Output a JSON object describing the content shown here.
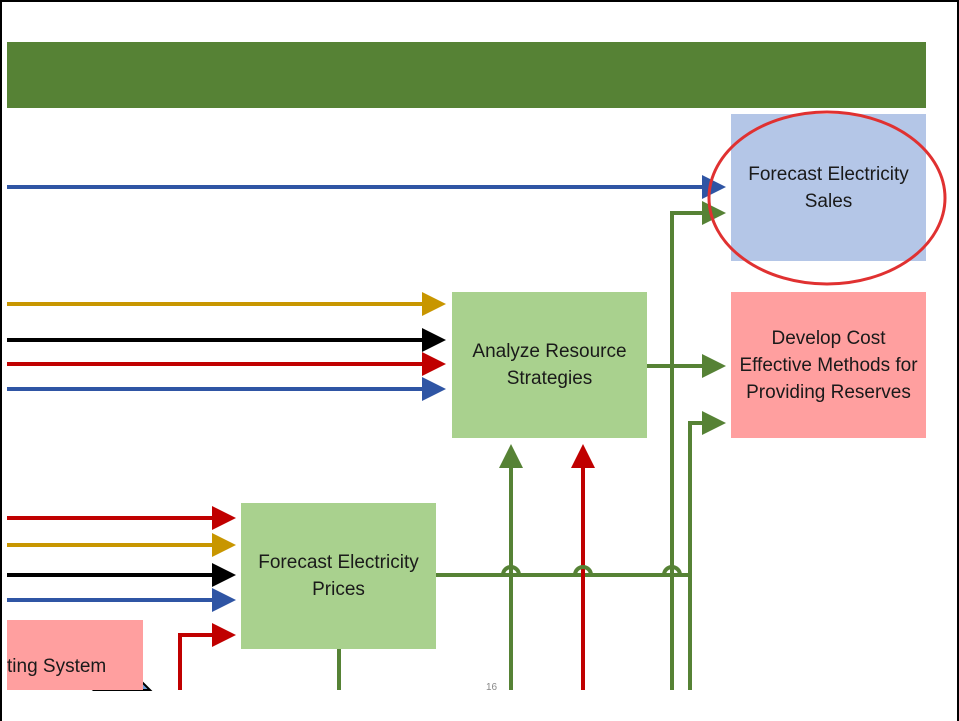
{
  "colors": {
    "header_bar": "#568235",
    "green_box": "#a9d18e",
    "blue_box": "#b4c6e7",
    "pink_box": "#ff9f9f",
    "arrow_green": "#568235",
    "arrow_blue": "#2f55a4",
    "arrow_red": "#c00000",
    "arrow_gold": "#c89600",
    "arrow_black": "#000000",
    "highlight_circle": "#e03131"
  },
  "boxes": {
    "forecast_sales": {
      "label": "Forecast Electricity Sales"
    },
    "develop_reserves": {
      "label": "Develop Cost Effective Methods for Providing Reserves"
    },
    "analyze_resource": {
      "label": "Analyze Resource Strategies"
    },
    "forecast_prices": {
      "label": "Forecast Electricity Prices"
    },
    "partial_system": {
      "label": "ting System"
    }
  },
  "page_number": "16"
}
